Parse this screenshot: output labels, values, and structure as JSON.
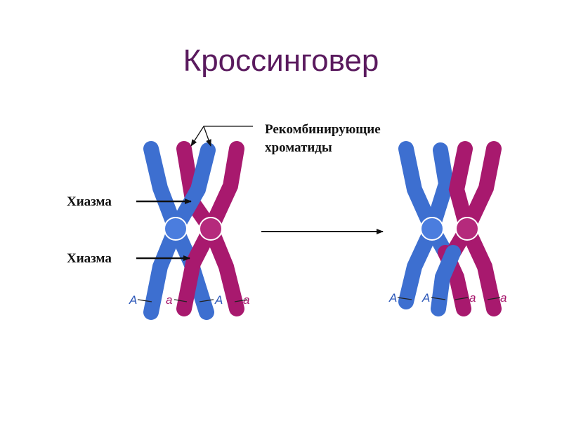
{
  "title": "Кроссинговер",
  "labels": {
    "recombinant_line1": "Рекомбинирующие",
    "recombinant_line2": "хроматиды",
    "chiasma_top": "Хиазма",
    "chiasma_bottom": "Хиазма"
  },
  "alleles": {
    "before": [
      "A",
      "a",
      "A",
      "a"
    ],
    "after": [
      "A",
      "A",
      "a",
      "a"
    ]
  },
  "colors": {
    "blue_chromosome": "#3d6fd0",
    "magenta_chromosome": "#a8196e",
    "title": "#5a1a5e",
    "allele_blue": "#2a56b8",
    "allele_magenta": "#a8196e"
  }
}
